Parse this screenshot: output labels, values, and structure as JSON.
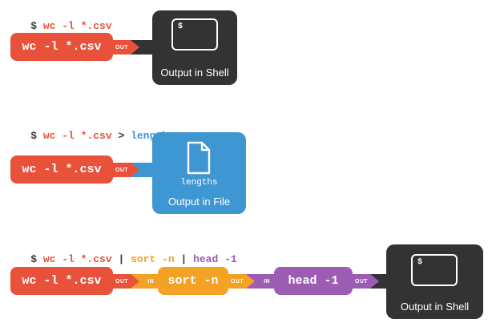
{
  "colors": {
    "red": "#e8513a",
    "orange": "#f3a226",
    "purple": "#9d5cb4",
    "blue": "#3e96d2",
    "dark": "#333333",
    "ink": "#3a3a3a"
  },
  "rows": [
    {
      "command": [
        {
          "t": "$ ",
          "c": "ink"
        },
        {
          "t": "wc -l *.csv",
          "c": "red"
        }
      ],
      "stages": [
        {
          "label": "wc -l *.csv",
          "out": "OUT"
        }
      ],
      "sink": {
        "kind": "shell",
        "prompt": "$",
        "caption": "Output in Shell"
      }
    },
    {
      "command": [
        {
          "t": "$ ",
          "c": "ink"
        },
        {
          "t": "wc -l *.csv",
          "c": "red"
        },
        {
          "t": " > ",
          "c": "ink"
        },
        {
          "t": "lengths",
          "c": "blue"
        }
      ],
      "stages": [
        {
          "label": "wc -l *.csv",
          "out": "OUT"
        }
      ],
      "sink": {
        "kind": "file",
        "filename": "lengths",
        "caption": "Output in File"
      }
    },
    {
      "command": [
        {
          "t": "$ ",
          "c": "ink"
        },
        {
          "t": "wc -l *.csv",
          "c": "red"
        },
        {
          "t": " | ",
          "c": "ink"
        },
        {
          "t": "sort -n",
          "c": "orange"
        },
        {
          "t": " | ",
          "c": "ink"
        },
        {
          "t": "head -1",
          "c": "purple"
        }
      ],
      "stages": [
        {
          "label": "wc -l *.csv",
          "out": "OUT"
        },
        {
          "label": "sort -n",
          "in": "IN",
          "out": "OUT"
        },
        {
          "label": "head -1",
          "in": "IN",
          "out": "OUT"
        }
      ],
      "sink": {
        "kind": "shell",
        "prompt": "$",
        "caption": "Output in Shell"
      }
    }
  ]
}
